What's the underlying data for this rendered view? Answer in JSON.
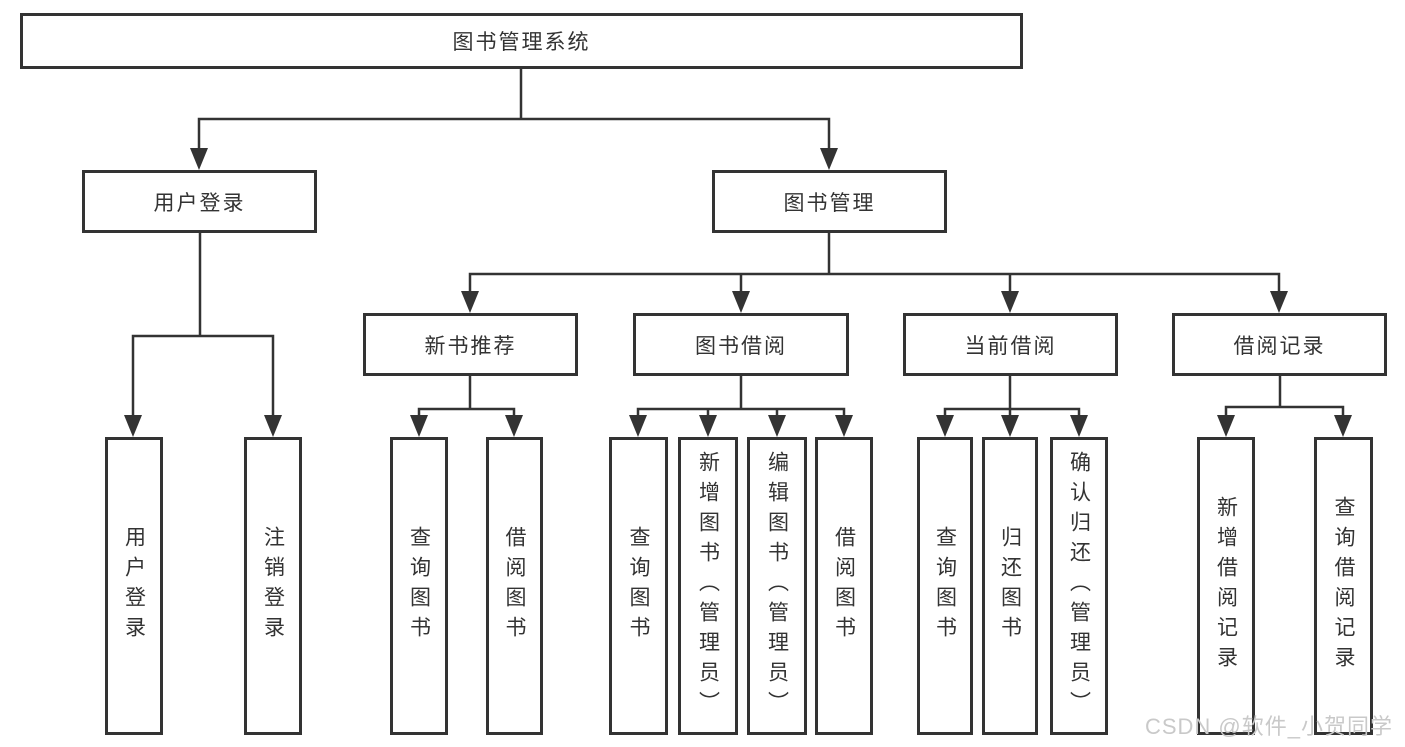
{
  "diagram_title": "图书管理系统",
  "colors": {
    "line": "#333333",
    "box_border": "#333333",
    "box_background": "#ffffff",
    "text": "#333333",
    "watermark": "#c9c9c9"
  },
  "nodes": {
    "root": {
      "label": "图书管理系统"
    },
    "level2": [
      {
        "label": "用户登录",
        "parent": "图书管理系统"
      },
      {
        "label": "图书管理",
        "parent": "图书管理系统"
      }
    ],
    "level3": [
      {
        "label": "新书推荐",
        "parent": "图书管理"
      },
      {
        "label": "图书借阅",
        "parent": "图书管理"
      },
      {
        "label": "当前借阅",
        "parent": "图书管理"
      },
      {
        "label": "借阅记录",
        "parent": "图书管理"
      }
    ],
    "leaves": [
      {
        "label": "用户登录",
        "parent": "用户登录"
      },
      {
        "label": "注销登录",
        "parent": "用户登录"
      },
      {
        "label": "查询图书",
        "parent": "新书推荐"
      },
      {
        "label": "借阅图书",
        "parent": "新书推荐"
      },
      {
        "label": "查询图书",
        "parent": "图书借阅"
      },
      {
        "label": "新增图书（管理员）",
        "parent": "图书借阅"
      },
      {
        "label": "编辑图书（管理员）",
        "parent": "图书借阅"
      },
      {
        "label": "借阅图书",
        "parent": "图书借阅"
      },
      {
        "label": "查询图书",
        "parent": "当前借阅"
      },
      {
        "label": "归还图书",
        "parent": "当前借阅"
      },
      {
        "label": "确认归还（管理员）",
        "parent": "当前借阅"
      },
      {
        "label": "新增借阅记录",
        "parent": "借阅记录"
      },
      {
        "label": "查询借阅记录",
        "parent": "借阅记录"
      }
    ]
  },
  "watermark": {
    "text": "CSDN @软件_小贺同学"
  }
}
